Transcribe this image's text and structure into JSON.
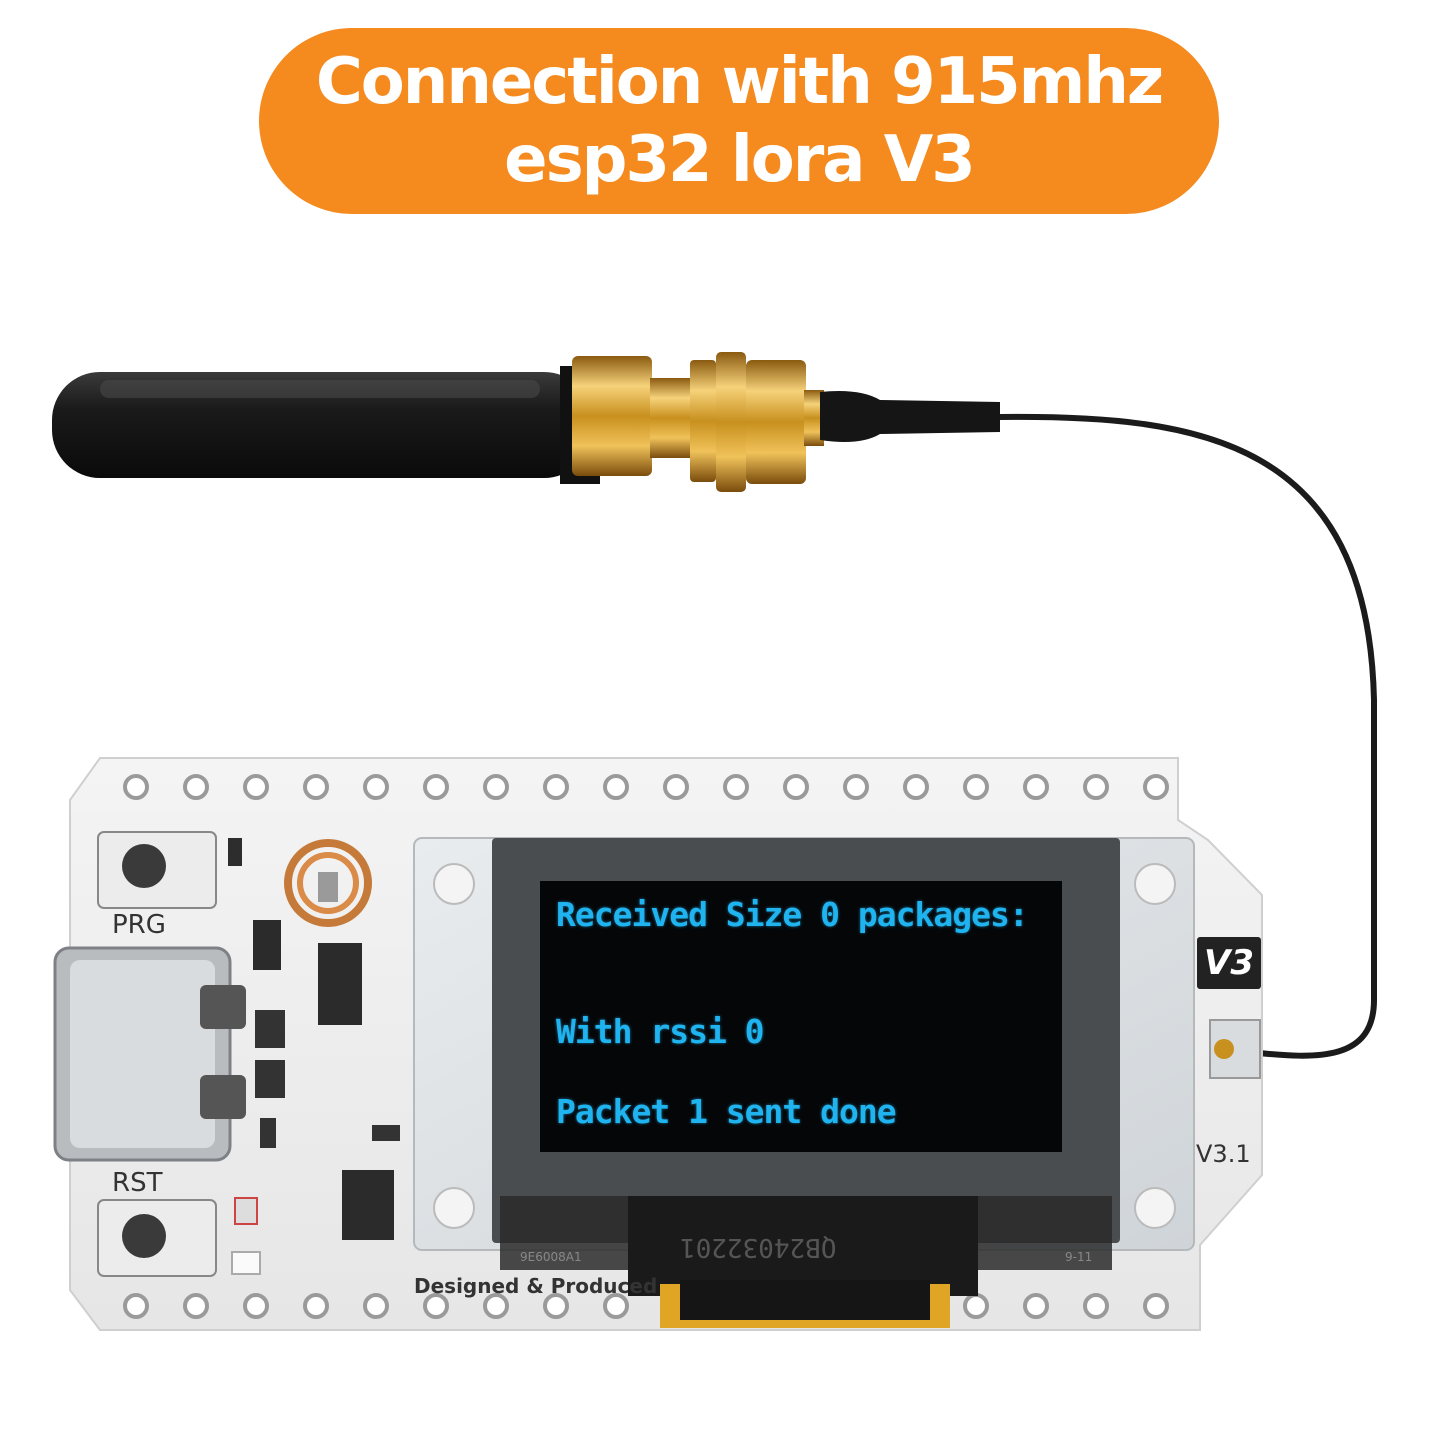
{
  "banner": {
    "line1": "Connection with 915mhz",
    "line2": "esp32 lora V3",
    "color": "#f58a1f"
  },
  "board": {
    "button_prg": "PRG",
    "button_rst": "RST",
    "version_badge": "V3",
    "revision": "V3.1",
    "footer_text": "Designed & Produced",
    "chip_code": "QB24032201",
    "panel_code": "9E6008A1",
    "panel_date": "9-11"
  },
  "oled": {
    "line1": "Received Size 0 packages:",
    "line2": "With rssi 0",
    "line3": "Packet 1 sent done",
    "text_color": "#1fb4f0"
  },
  "icons": {
    "antenna": "antenna-icon",
    "usb_c": "usb-c-port-icon"
  }
}
